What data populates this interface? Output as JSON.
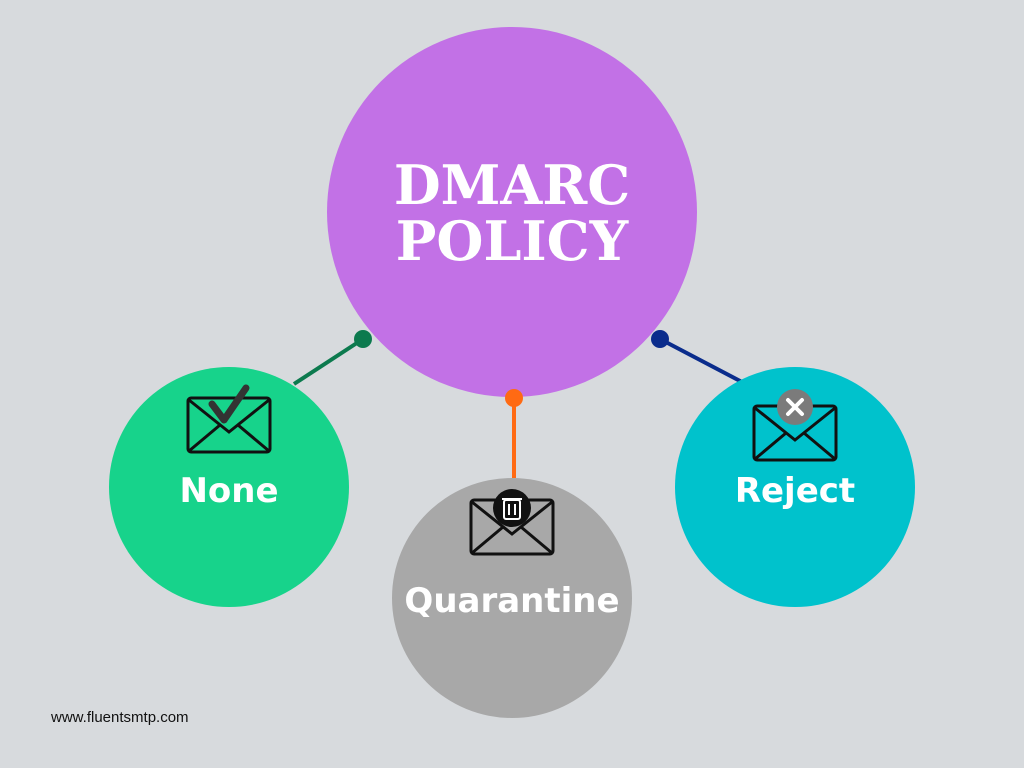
{
  "title": {
    "line1": "DMARC",
    "line2": "POLICY"
  },
  "policies": [
    {
      "label": "None",
      "icon": "envelope-check-icon",
      "color": "#17d38b",
      "connector_color": "#0c7a4e"
    },
    {
      "label": "Quarantine",
      "icon": "envelope-trash-icon",
      "color": "#a8a8a8",
      "connector_color": "#ff6a13"
    },
    {
      "label": "Reject",
      "icon": "envelope-x-icon",
      "color": "#00c2cc",
      "connector_color": "#0a2c8c"
    }
  ],
  "main_color": "#c271e6",
  "footer": "www.fluentsmtp.com"
}
